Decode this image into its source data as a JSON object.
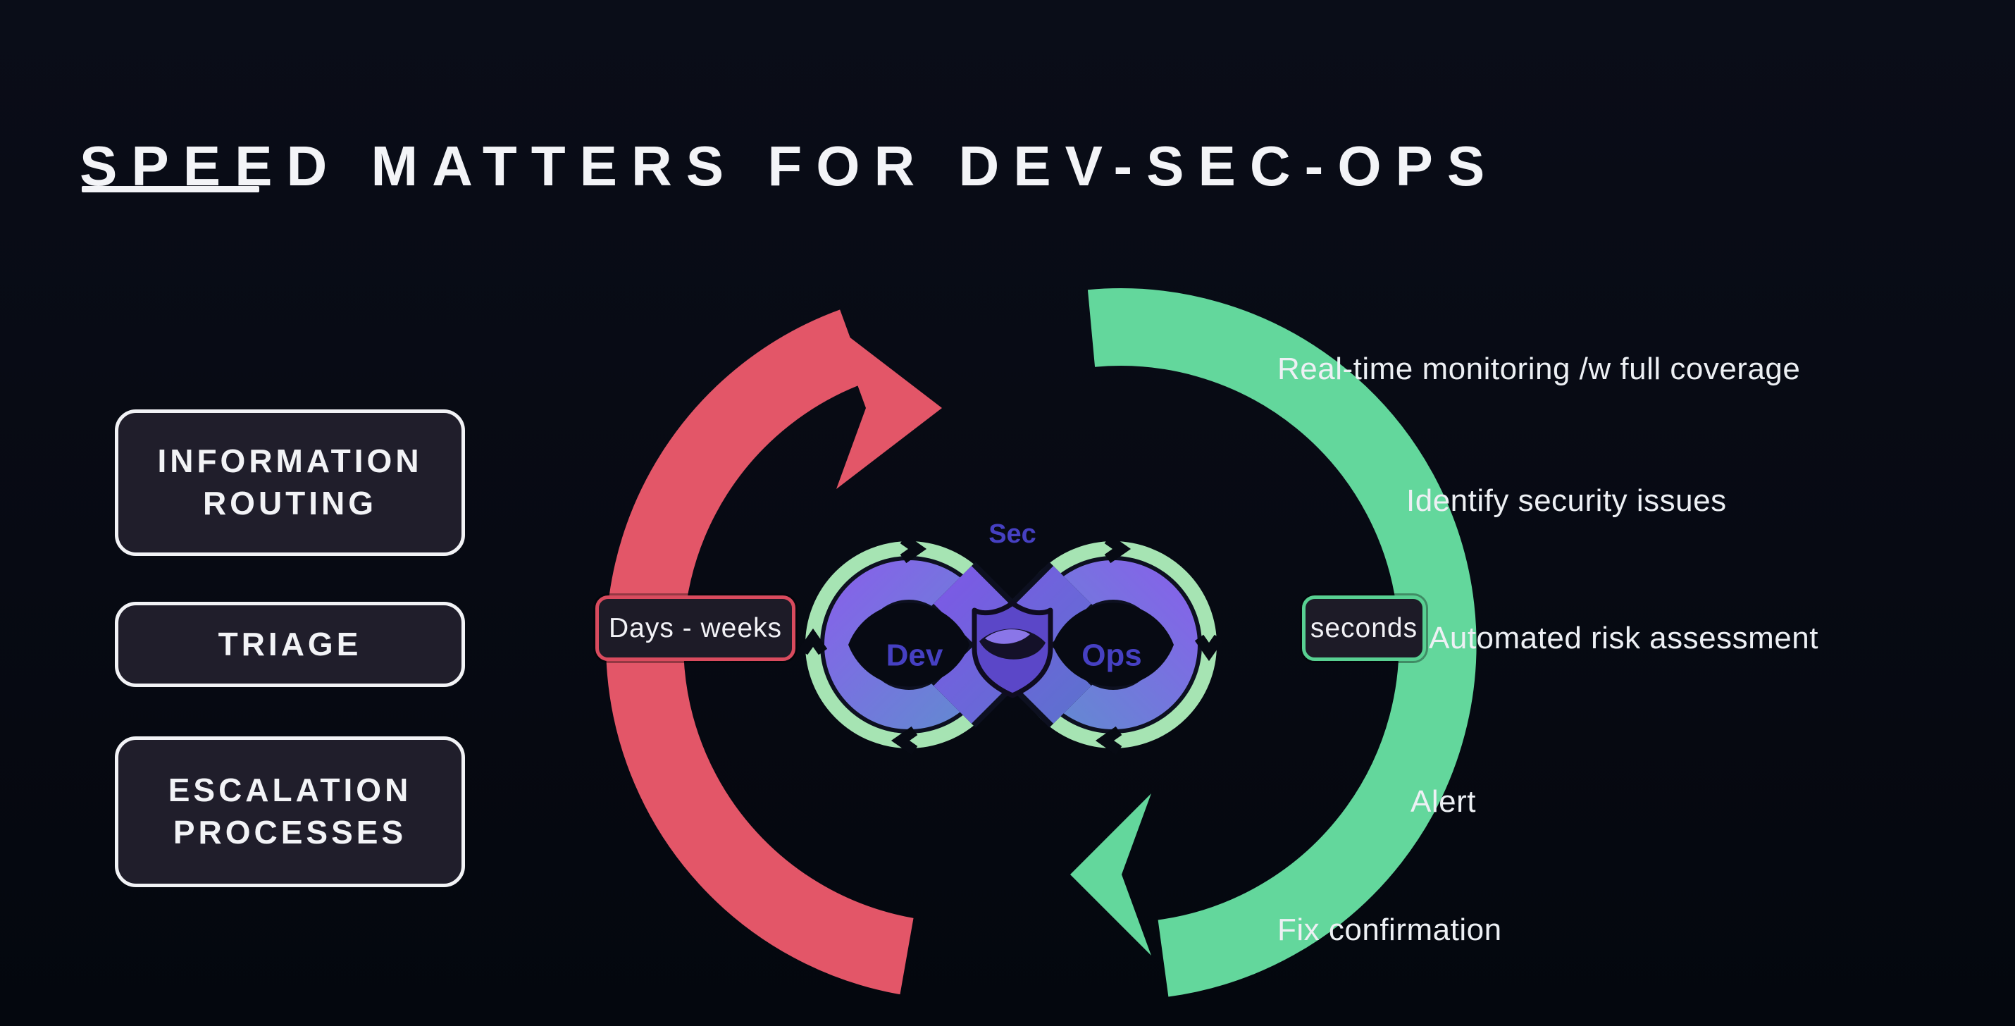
{
  "slide": {
    "title": "SPEED MATTERS FOR DEV-SEC-OPS"
  },
  "left_panel": {
    "items": [
      {
        "label": "INFORMATION ROUTING"
      },
      {
        "label": "TRIAGE"
      },
      {
        "label": "ESCALATION PROCESSES"
      }
    ]
  },
  "diagram": {
    "slow_cycle_label": "Days - weeks",
    "fast_cycle_label": "seconds",
    "infinity": {
      "dev": "Dev",
      "sec": "Sec",
      "ops": "Ops"
    },
    "colors": {
      "slow_arrow": "#e35668",
      "fast_arrow": "#63d79c",
      "loop_ring": "#a6e4b3",
      "loop_purple": "#8464e8",
      "loop_blue": "#6488d2",
      "shield": "#5b47c8",
      "loop_text": "#4640c2",
      "badge_bg": "#1d1b27",
      "panel_bg": "#201e2b",
      "background": "#070a13"
    }
  },
  "annotations": [
    {
      "label": "Real-time monitoring /w full coverage"
    },
    {
      "label": "Identify security issues"
    },
    {
      "label": "Automated risk assessment"
    },
    {
      "label": "Alert"
    },
    {
      "label": "Fix confirmation"
    }
  ]
}
